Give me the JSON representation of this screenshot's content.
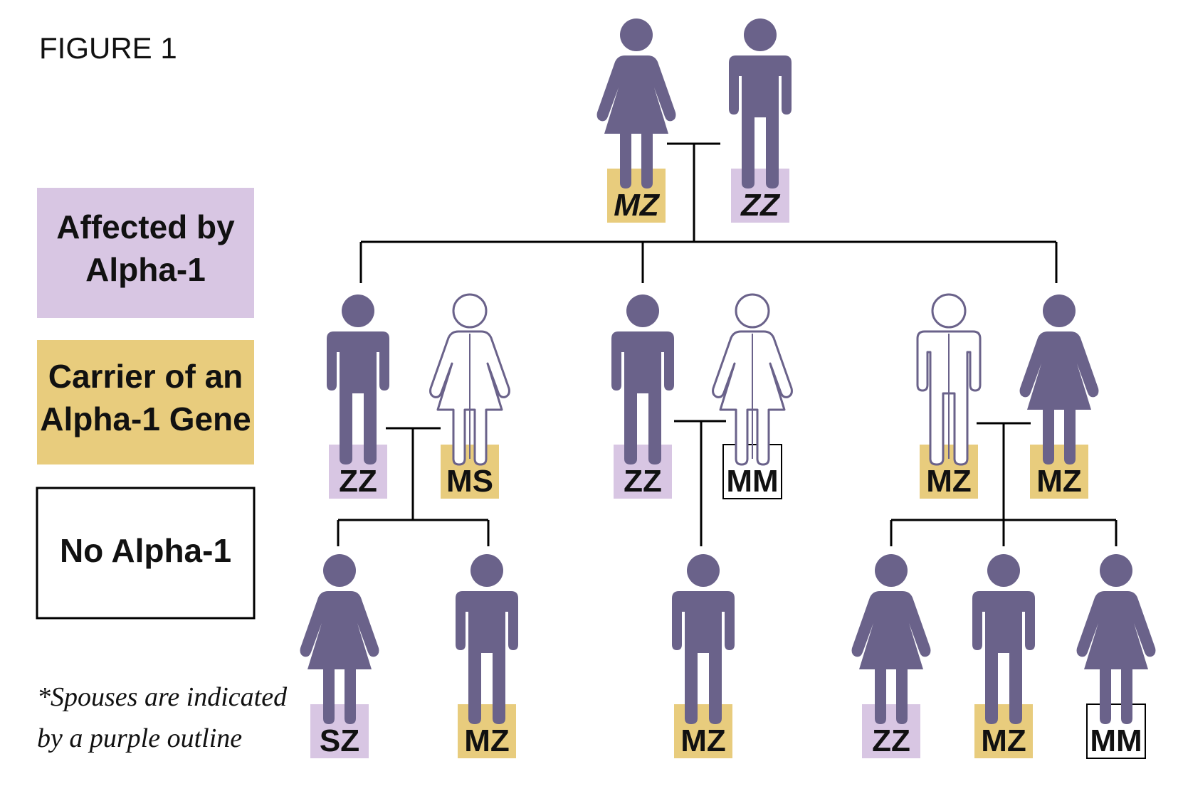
{
  "figure_title": "FIGURE 1",
  "colors": {
    "affected": "#d8c6e3",
    "carrier": "#e8cc7d",
    "none": "#ffffff",
    "figure_fill": "#6a628a",
    "line": "#000000"
  },
  "legend": [
    {
      "status": "affected",
      "lines": [
        "Affected by",
        "Alpha-1"
      ]
    },
    {
      "status": "carrier",
      "lines": [
        "Carrier of an",
        "Alpha-1 Gene"
      ]
    },
    {
      "status": "none",
      "lines": [
        "No Alpha-1"
      ]
    }
  ],
  "note": {
    "lines": [
      "*Spouses are indicated",
      "by a purple outline"
    ]
  },
  "people": [
    {
      "id": "g1-mother",
      "sex": "female",
      "spouse": false,
      "genotype": "MZ",
      "status": "carrier",
      "italic": true
    },
    {
      "id": "g1-father",
      "sex": "male",
      "spouse": false,
      "genotype": "ZZ",
      "status": "affected",
      "italic": true
    },
    {
      "id": "g2-son-1",
      "sex": "male",
      "spouse": false,
      "genotype": "ZZ",
      "status": "affected"
    },
    {
      "id": "g2-spouse-1",
      "sex": "female",
      "spouse": true,
      "genotype": "MS",
      "status": "carrier"
    },
    {
      "id": "g2-son-2",
      "sex": "male",
      "spouse": false,
      "genotype": "ZZ",
      "status": "affected"
    },
    {
      "id": "g2-spouse-2",
      "sex": "female",
      "spouse": true,
      "genotype": "MM",
      "status": "none"
    },
    {
      "id": "g2-spouse-3",
      "sex": "male",
      "spouse": true,
      "genotype": "MZ",
      "status": "carrier"
    },
    {
      "id": "g2-daughter-3",
      "sex": "female",
      "spouse": false,
      "genotype": "MZ",
      "status": "carrier"
    },
    {
      "id": "g3-child-1a",
      "sex": "female",
      "spouse": false,
      "genotype": "SZ",
      "status": "affected"
    },
    {
      "id": "g3-child-1b",
      "sex": "male",
      "spouse": false,
      "genotype": "MZ",
      "status": "carrier"
    },
    {
      "id": "g3-child-2a",
      "sex": "male",
      "spouse": false,
      "genotype": "MZ",
      "status": "carrier"
    },
    {
      "id": "g3-child-3a",
      "sex": "female",
      "spouse": false,
      "genotype": "ZZ",
      "status": "affected"
    },
    {
      "id": "g3-child-3b",
      "sex": "male",
      "spouse": false,
      "genotype": "MZ",
      "status": "carrier"
    },
    {
      "id": "g3-child-3c",
      "sex": "female",
      "spouse": false,
      "genotype": "MM",
      "status": "none"
    }
  ]
}
